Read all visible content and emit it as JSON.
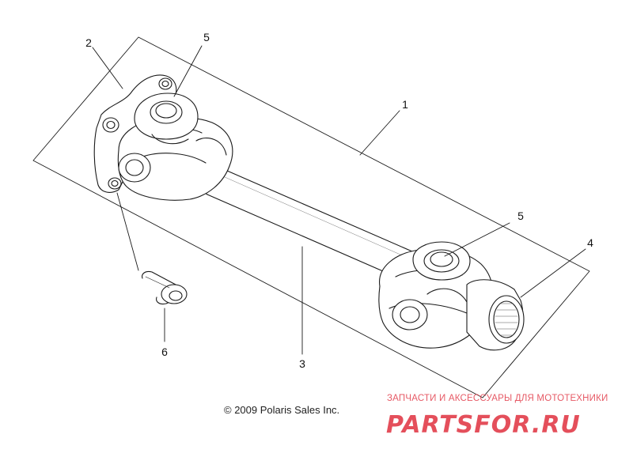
{
  "callouts": {
    "c1": "1",
    "c2": "2",
    "c3": "3",
    "c4": "4",
    "c5a": "5",
    "c5b": "5",
    "c6": "6"
  },
  "copyright": "© 2009 Polaris Sales Inc.",
  "watermark": {
    "tagline": "ЗАПЧАСТИ И АКСЕССУАРЫ ДЛЯ МОТОТЕХНИКИ",
    "logo": "PARTSFOR.RU",
    "color": "#e23c4a"
  }
}
